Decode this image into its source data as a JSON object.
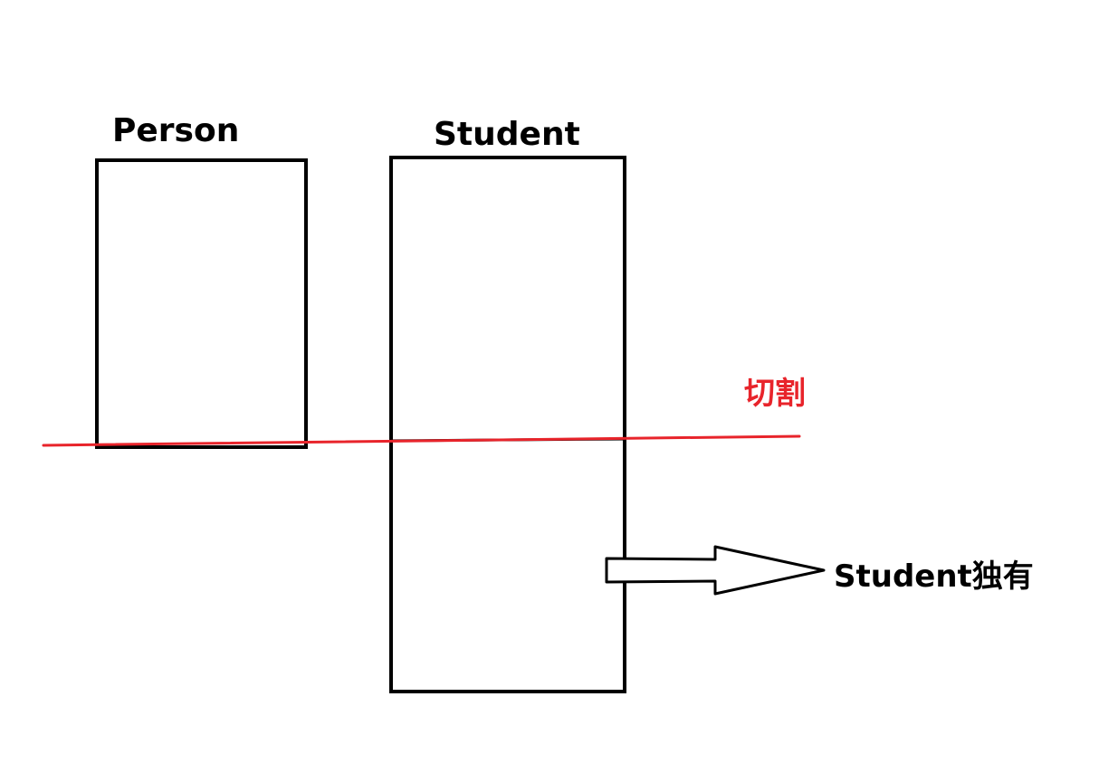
{
  "labels": {
    "person": "Person",
    "student": "Student",
    "cut": "切割",
    "student_unique": "Student独有"
  },
  "colors": {
    "stroke": "#000000",
    "cut_line": "#e8242b",
    "cut_text": "#e8242b",
    "text": "#000000",
    "background": "#ffffff"
  }
}
